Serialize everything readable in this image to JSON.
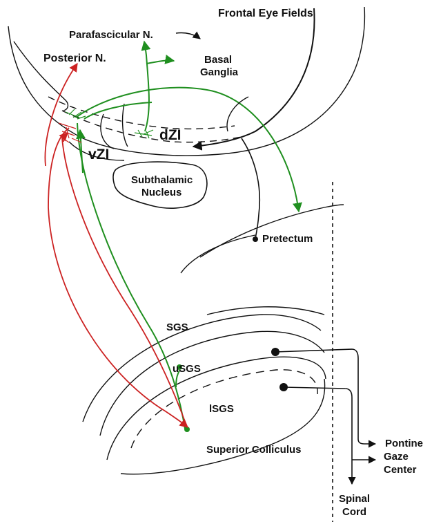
{
  "diagram": {
    "labels": {
      "frontal_eye_fields": "Frontal Eye Fields",
      "parafascicular": "Parafascicular N.",
      "basal_ganglia_1": "Basal",
      "basal_ganglia_2": "Ganglia",
      "posterior_n": "Posterior N.",
      "dzi": "dZI",
      "vzi": "vZI",
      "subthalamic_1": "Subthalamic",
      "subthalamic_2": "Nucleus",
      "pretectum": "Pretectum",
      "sgs": "SGS",
      "usgs": "uSGS",
      "lsgs": "lSGS",
      "superior_colliculus": "Superior Colliculus",
      "pontine_1": "Pontine",
      "pontine_2": "Gaze",
      "pontine_3": "Center",
      "spinal_1": "Spinal",
      "spinal_2": "Cord"
    },
    "colors": {
      "outline": "#111111",
      "green_pathway": "#1f8f1f",
      "red_pathway": "#cc2222"
    }
  }
}
